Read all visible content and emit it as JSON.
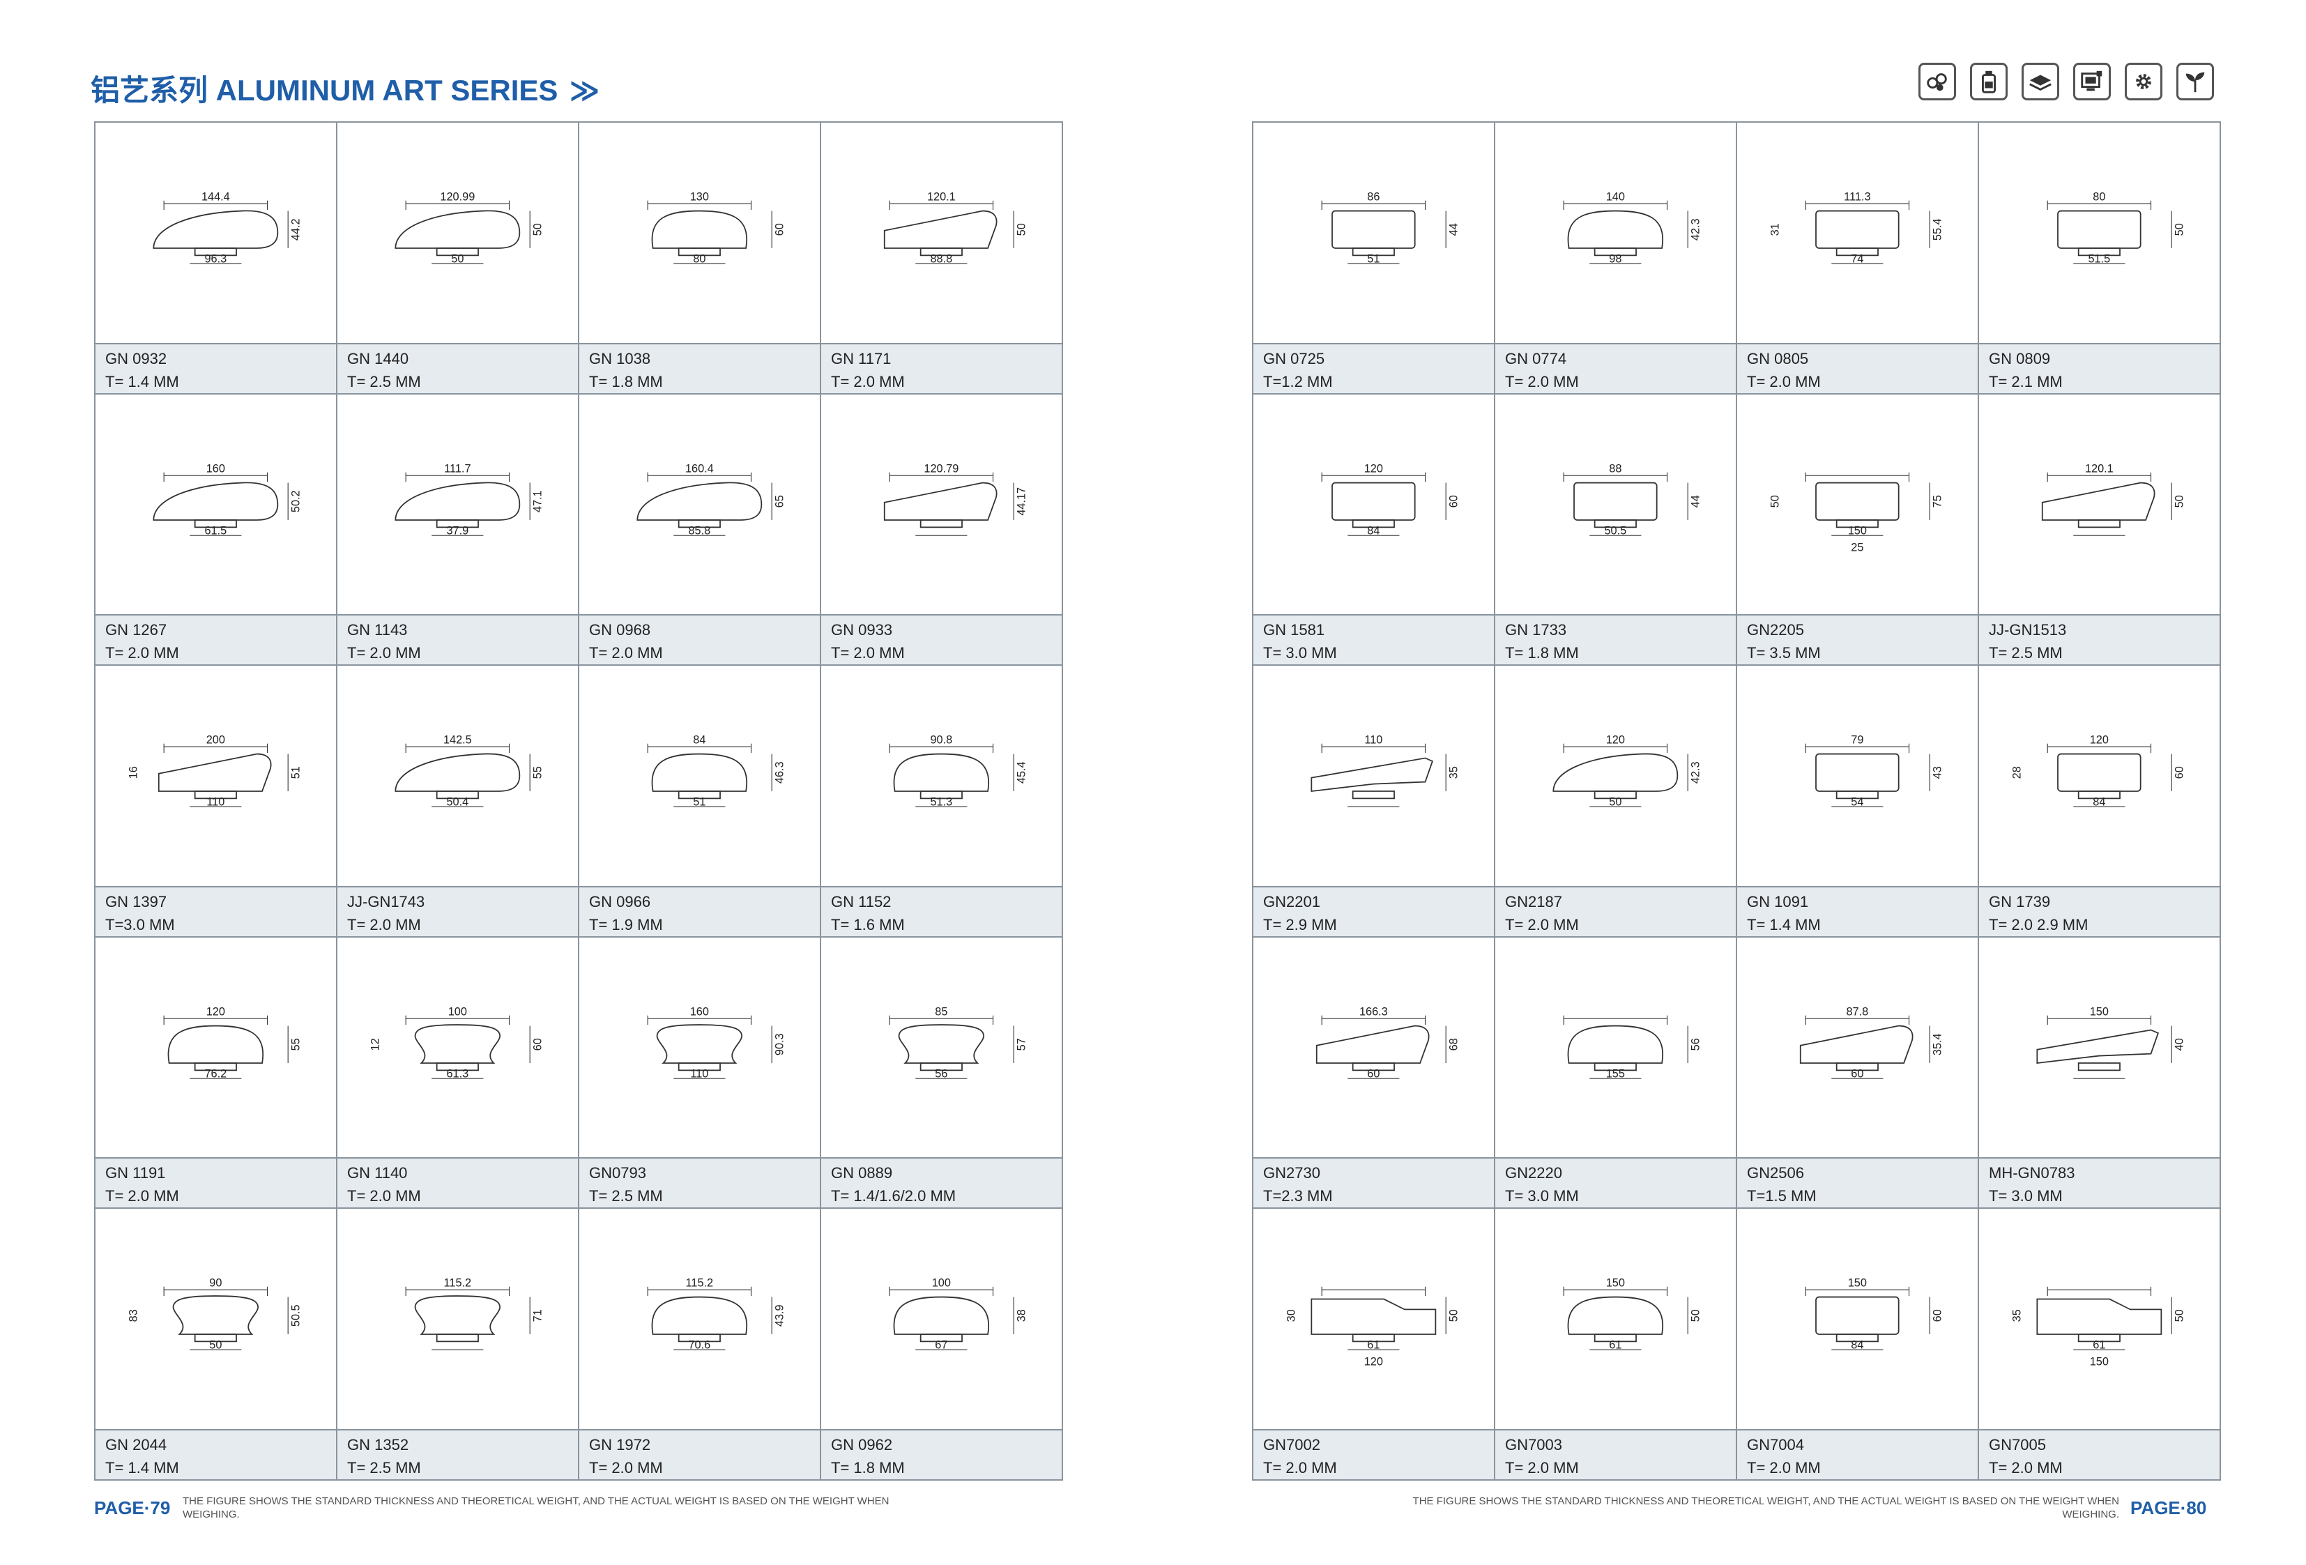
{
  "header": {
    "title": "铝艺系列 ALUMINUM ART SERIES",
    "chevrons": "≫",
    "icons": [
      "molecule-icon",
      "bottle-icon",
      "layer-icon",
      "screen-icon",
      "gear-icon",
      "plant-icon"
    ]
  },
  "left_page": {
    "page_label": "PAGE·79",
    "note": "THE FIGURE SHOWS THE STANDARD THICKNESS AND THEORETICAL WEIGHT, AND THE ACTUAL WEIGHT IS BASED ON THE WEIGHT WHEN WEIGHING.",
    "items": [
      {
        "code": "GN 0932",
        "thickness": "T= 1.4 MM",
        "dims": [
          "144.4",
          "96.3",
          "44.2"
        ]
      },
      {
        "code": "GN 1440",
        "thickness": "T= 2.5 MM",
        "dims": [
          "120.99",
          "50",
          "50"
        ]
      },
      {
        "code": "GN 1038",
        "thickness": "T= 1.8 MM",
        "dims": [
          "130",
          "80",
          "60"
        ]
      },
      {
        "code": "GN 1171",
        "thickness": "T= 2.0 MM",
        "dims": [
          "120.1",
          "88.8",
          "50"
        ]
      },
      {
        "code": "GN 1267",
        "thickness": "T= 2.0 MM",
        "dims": [
          "160",
          "61.5",
          "50.2"
        ]
      },
      {
        "code": "GN 1143",
        "thickness": "T= 2.0 MM",
        "dims": [
          "111.7",
          "37.9",
          "47.1"
        ]
      },
      {
        "code": "GN 0968",
        "thickness": "T= 2.0 MM",
        "dims": [
          "160.4",
          "85.8",
          "65"
        ]
      },
      {
        "code": "GN 0933",
        "thickness": "T= 2.0 MM",
        "dims": [
          "120.79",
          "",
          "44.17"
        ]
      },
      {
        "code": "GN 1397",
        "thickness": "T=3.0 MM",
        "dims": [
          "200",
          "110",
          "51",
          "16"
        ]
      },
      {
        "code": "JJ-GN1743",
        "thickness": "T= 2.0 MM",
        "dims": [
          "142.5",
          "50.4",
          "55"
        ]
      },
      {
        "code": "GN 0966",
        "thickness": "T= 1.9 MM",
        "dims": [
          "84",
          "51",
          "46.3"
        ]
      },
      {
        "code": "GN 1152",
        "thickness": "T= 1.6 MM",
        "dims": [
          "90.8",
          "51.3",
          "45.4"
        ]
      },
      {
        "code": "GN 1191",
        "thickness": "T= 2.0 MM",
        "dims": [
          "120",
          "76.2",
          "55"
        ]
      },
      {
        "code": "GN 1140",
        "thickness": "T= 2.0 MM",
        "dims": [
          "100",
          "61.3",
          "60",
          "12"
        ]
      },
      {
        "code": "GN0793",
        "thickness": "T= 2.5 MM",
        "dims": [
          "160",
          "110",
          "90.3"
        ]
      },
      {
        "code": "GN 0889",
        "thickness": "T= 1.4/1.6/2.0  MM",
        "dims": [
          "85",
          "56",
          "57"
        ]
      },
      {
        "code": "GN 2044",
        "thickness": "T= 1.4 MM",
        "dims": [
          "90",
          "50",
          "50.5",
          "83"
        ]
      },
      {
        "code": "GN 1352",
        "thickness": "T= 2.5 MM",
        "dims": [
          "115.2",
          "",
          "71"
        ]
      },
      {
        "code": "GN 1972",
        "thickness": "T= 2.0 MM",
        "dims": [
          "115.2",
          "70.6",
          "43.9"
        ]
      },
      {
        "code": "GN 0962",
        "thickness": "T= 1.8 MM",
        "dims": [
          "100",
          "67",
          "38"
        ]
      }
    ]
  },
  "right_page": {
    "page_label": "PAGE·80",
    "note": "THE FIGURE SHOWS THE STANDARD THICKNESS AND THEORETICAL WEIGHT, AND THE ACTUAL WEIGHT IS BASED ON THE WEIGHT WHEN WEIGHING.",
    "items": [
      {
        "code": "GN 0725",
        "thickness": "T=1.2 MM",
        "dims": [
          "86",
          "51",
          "44"
        ]
      },
      {
        "code": "GN 0774",
        "thickness": "T= 2.0 MM",
        "dims": [
          "140",
          "98",
          "42.3"
        ]
      },
      {
        "code": "GN 0805",
        "thickness": "T= 2.0 MM",
        "dims": [
          "111.3",
          "74",
          "55.4",
          "31"
        ]
      },
      {
        "code": "GN 0809",
        "thickness": "T= 2.1 MM",
        "dims": [
          "80",
          "51.5",
          "50"
        ]
      },
      {
        "code": "GN 1581",
        "thickness": "T= 3.0 MM",
        "dims": [
          "120",
          "84",
          "60"
        ]
      },
      {
        "code": "GN 1733",
        "thickness": "T= 1.8 MM",
        "dims": [
          "88",
          "50.5",
          "44"
        ]
      },
      {
        "code": "GN2205",
        "thickness": "T= 3.5 MM",
        "dims": [
          "",
          "150",
          "75",
          "50",
          "25"
        ]
      },
      {
        "code": "JJ-GN1513",
        "thickness": "T= 2.5 MM",
        "dims": [
          "120.1",
          "",
          "50"
        ]
      },
      {
        "code": "GN2201",
        "thickness": "T= 2.9 MM",
        "dims": [
          "110",
          "",
          "35"
        ]
      },
      {
        "code": "GN2187",
        "thickness": "T= 2.0 MM",
        "dims": [
          "120",
          "50",
          "42.3"
        ]
      },
      {
        "code": "GN 1091",
        "thickness": "T= 1.4 MM",
        "dims": [
          "79",
          "54",
          "43"
        ]
      },
      {
        "code": "GN 1739",
        "thickness": "T= 2.0 2.9  MM",
        "dims": [
          "120",
          "84",
          "60",
          "28"
        ]
      },
      {
        "code": "GN2730",
        "thickness": "T=2.3 MM",
        "dims": [
          "166.3",
          "60",
          "68"
        ]
      },
      {
        "code": "GN2220",
        "thickness": "T= 3.0 MM",
        "dims": [
          "",
          "155",
          "56"
        ]
      },
      {
        "code": "GN2506",
        "thickness": "T=1.5 MM",
        "dims": [
          "87.8",
          "60",
          "35.4"
        ]
      },
      {
        "code": "MH-GN0783",
        "thickness": "T= 3.0 MM",
        "dims": [
          "150",
          "",
          "40"
        ]
      },
      {
        "code": "GN7002",
        "thickness": "T= 2.0 MM",
        "dims": [
          "",
          "61",
          "50",
          "30",
          "120"
        ]
      },
      {
        "code": "GN7003",
        "thickness": "T= 2.0 MM",
        "dims": [
          "150",
          "61",
          "50"
        ]
      },
      {
        "code": "GN7004",
        "thickness": "T= 2.0 MM",
        "dims": [
          "150",
          "84",
          "60"
        ]
      },
      {
        "code": "GN7005",
        "thickness": "T= 2.0 MM",
        "dims": [
          "",
          "61",
          "50",
          "35",
          "150"
        ]
      }
    ]
  }
}
